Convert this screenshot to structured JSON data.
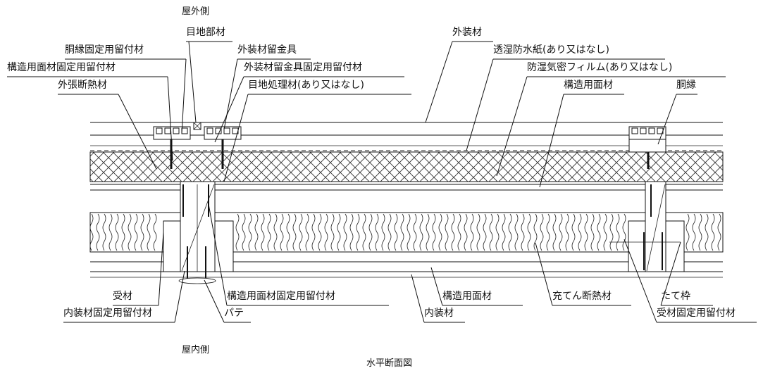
{
  "side_labels": {
    "exterior": "屋外側",
    "interior": "屋内側"
  },
  "caption": "水平断面図",
  "labels": {
    "joint_part": "目地部材",
    "furring_fastener": "胴縁固定用留付材",
    "cladding_clip": "外装材留金具",
    "sheathing_fastener_top": "構造用面材固定用留付材",
    "clip_fastener": "外装材留金具固定用留付材",
    "external_insulation": "外張断熱材",
    "joint_treatment": "目地処理材(あり又はなし)",
    "cladding": "外装材",
    "moisture_permeable_paper": "透湿防水紙(あり又はなし)",
    "vapor_barrier": "防湿気密フィルム(あり又はなし)",
    "structural_panel_top": "構造用面材",
    "furring": "胴縁",
    "receiver": "受材",
    "interior_fastener": "内装材固定用留付材",
    "putty": "パテ",
    "sheathing_fastener_bottom": "構造用面材固定用留付材",
    "structural_panel_bottom": "構造用面材",
    "interior_finish": "内装材",
    "cavity_insulation": "充てん断熱材",
    "stud": "たて枠",
    "receiver_fastener": "受材固定用留付材"
  }
}
